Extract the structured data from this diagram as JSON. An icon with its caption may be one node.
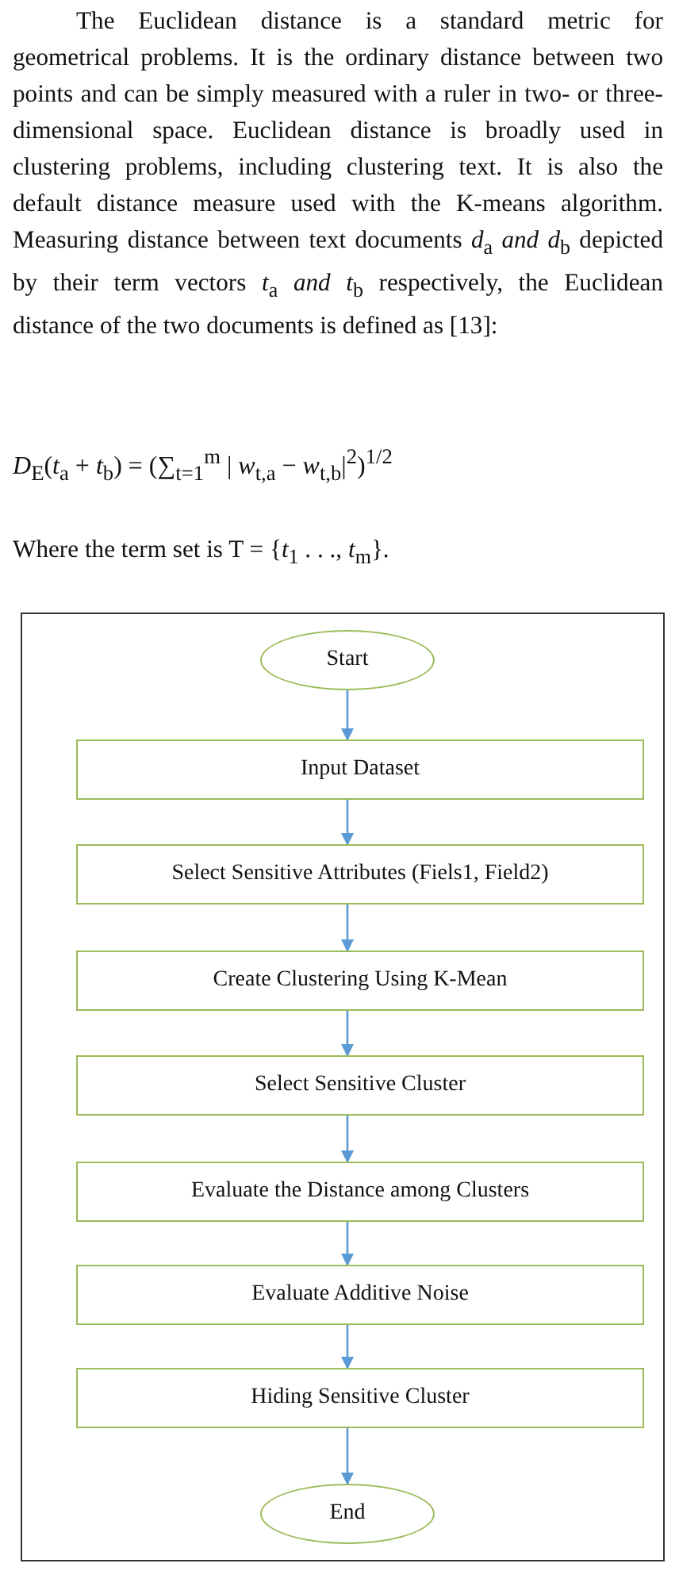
{
  "diagram": {
    "nodes": [
      {
        "text": [
          "Start"
        ]
      },
      {
        "text": [
          "Input Dataset"
        ]
      },
      {
        "text": [
          "Select Sensitive Attributes (Fiels1, Field2)"
        ]
      },
      {
        "text": [
          "Create Clustering Using K-Mean"
        ]
      },
      {
        "text": [
          "Select Sensitive Cluster"
        ]
      },
      {
        "text": [
          "Evaluate the Distance among Clusters"
        ]
      },
      {
        "text": [
          "Evaluate Additive Noise"
        ]
      },
      {
        "text": [
          "Hiding Sensitive Cluster"
        ]
      },
      {
        "text": [
          "End"
        ]
      }
    ],
    "edges": [
      {
        "from": 0,
        "to": 1,
        "arrow": "to"
      },
      {
        "from": 1,
        "to": 2,
        "arrow": "to"
      },
      {
        "from": 2,
        "to": 3,
        "arrow": "to"
      },
      {
        "from": 3,
        "to": 4,
        "arrow": "to"
      },
      {
        "from": 4,
        "to": 5,
        "arrow": "to"
      },
      {
        "from": 5,
        "to": 6,
        "arrow": "to"
      },
      {
        "from": 6,
        "to": 7,
        "arrow": "to"
      },
      {
        "from": 7,
        "to": 8,
        "arrow": "to"
      }
    ],
    "labels": [
      "The Euclidean distance is a standard metric for geometrical problems. It is the ordinary distance between two points and can be simply measured with a ruler in two- or three-dimensional space. Euclidean distance is broadly used in clustering problems, including clustering text. It is also the default distance measure used with the K-means algorithm. Measuring distance between text documents *d*$_{a}$ *and d*$_{b}$ depicted by their term vectors *t*$_{a}$ *and t*$_{b}$ respectively, the Euclidean distance of the two documents is defined as [13]:",
      "*D*$_{E}$(*t*$_{a}$ + *t*$_{b}$) = (∑$_{t=1}$$^{m}$ | *w*$_{t,a}$ − *w*$_{t,b}$|$^{2}$)$^{1/2}$",
      "Where the term set is T = {*t*$_{1}$ . . ., *t*$_{m}$}."
    ]
  }
}
